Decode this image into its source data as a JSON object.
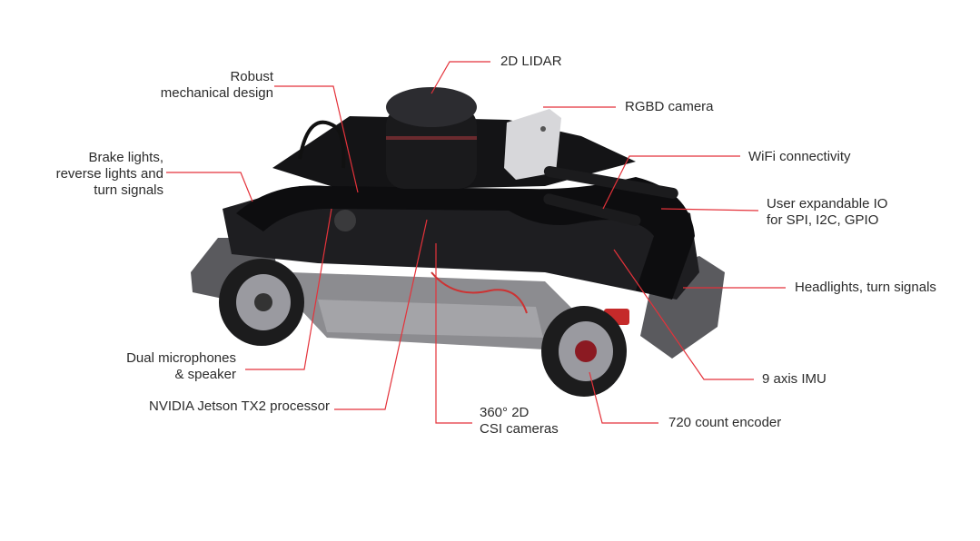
{
  "colors": {
    "leader": "#e4323a",
    "text": "#2b2b2b",
    "body": "#1c1c1e",
    "foam": "#555558"
  },
  "labels": {
    "lidar": [
      "2D LIDAR"
    ],
    "mechanical": [
      "Robust",
      "mechanical design"
    ],
    "rgbd": [
      "RGBD camera"
    ],
    "wifi": [
      "WiFi connectivity"
    ],
    "brake": [
      "Brake lights,",
      "reverse lights and",
      "turn signals"
    ],
    "io": [
      "User expandable IO",
      "for SPI, I2C, GPIO"
    ],
    "headlights": [
      "Headlights, turn signals"
    ],
    "mics": [
      "Dual microphones",
      "& speaker"
    ],
    "imu": [
      "9 axis IMU"
    ],
    "jetson": [
      "NVIDIA Jetson TX2 processor"
    ],
    "csi": [
      "360° 2D",
      "CSI cameras"
    ],
    "encoder": [
      "720 count encoder"
    ]
  }
}
